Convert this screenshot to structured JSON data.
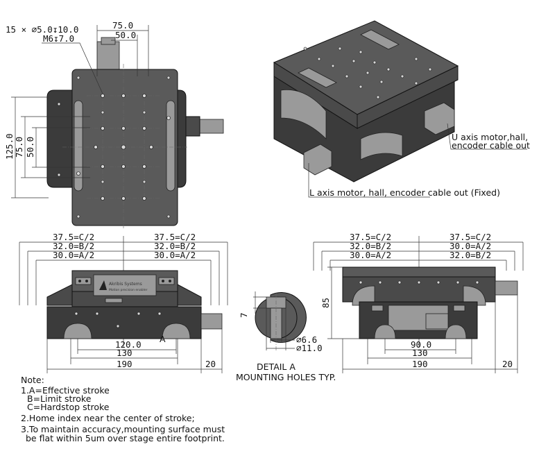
{
  "top_view": {
    "hole_callout_1": "15 × ∅5.0↧10.0",
    "hole_callout_2": "M6↧7.0",
    "dim_width_outer": "75.0",
    "dim_width_inner": "50.0",
    "dim_height_overall": "125.0",
    "dim_height_mid": "75.0",
    "dim_height_inner": "50.0"
  },
  "iso_view": {
    "u_axis_label_1": "U axis motor,hall,",
    "u_axis_label_2": "encoder cable out",
    "l_axis_label": "L axis motor, hall, encoder cable out (Fixed)"
  },
  "front_view": {
    "stroke_c_left": "37.5=C/2",
    "stroke_b_left": "32.0=B/2",
    "stroke_a_left": "30.0=A/2",
    "stroke_c_right": "37.5=C/2",
    "stroke_b_right": "32.0=B/2",
    "stroke_a_right": "30.0=A/2",
    "brand_name": "Akribis Systems",
    "brand_tagline": "Motion precision enabler",
    "detail_marker": "A",
    "dim_120": "120.0",
    "dim_130": "130",
    "dim_190": "190",
    "dim_20": "20"
  },
  "detail_a": {
    "dim_height": "7",
    "dim_dia_small": "∅6.6",
    "dim_dia_large": "∅11.0",
    "title_1": "DETAIL A",
    "title_2": "MOUNTING HOLES TYP."
  },
  "side_view": {
    "stroke_c_left": "37.5=C/2",
    "stroke_b_left": "32.0=B/2",
    "stroke_a_left": "30.0=A/2",
    "stroke_c_right": "37.5=C/2",
    "stroke_a_right": "30.0=A/2",
    "stroke_b_right": "32.0=B/2",
    "dim_height": "85",
    "dim_90": "90.0",
    "dim_130": "130",
    "dim_190": "190",
    "dim_20": "20"
  },
  "notes": {
    "header": "Note:",
    "n1": "1.A=Effective stroke",
    "n1b": "B=Limit stroke",
    "n1c": "C=Hardstop stroke",
    "n2": "2.Home index near the center of stroke;",
    "n3": "3.To maintain accuracy,mounting surface must",
    "n3b": "be flat within 5um over stage entire footprint."
  }
}
